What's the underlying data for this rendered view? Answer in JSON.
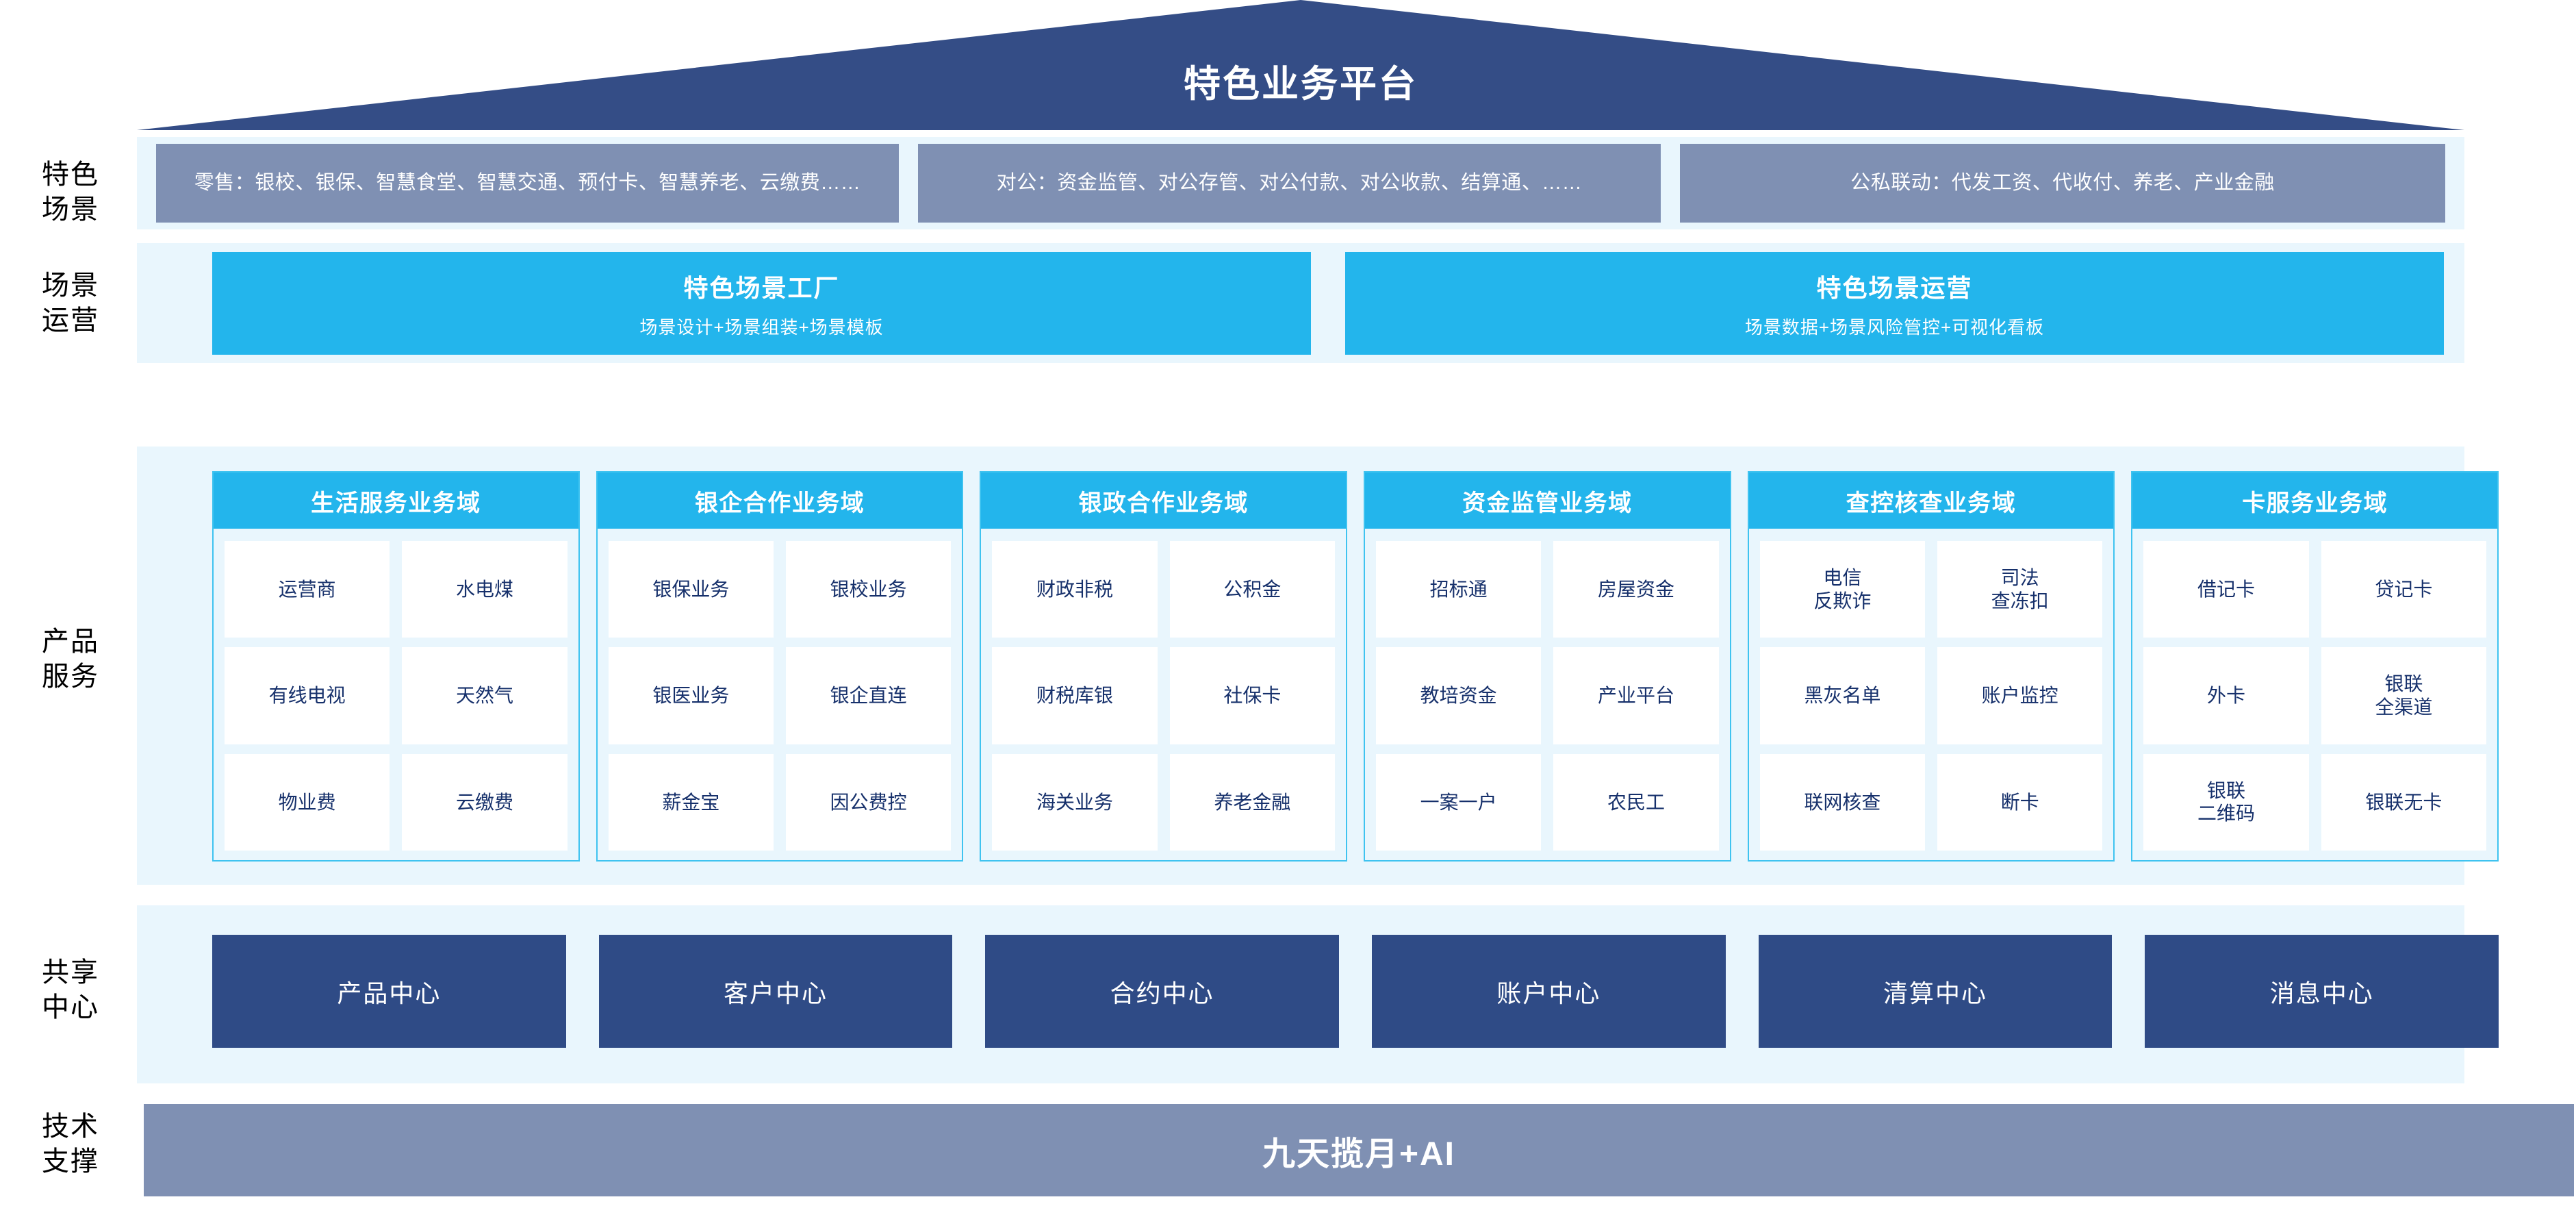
{
  "header": {
    "title": "特色业务平台"
  },
  "row_labels": {
    "scene": "特色\n场景",
    "operation": "场景\n运营",
    "product": "产品\n服务",
    "shared": "共享\n中心",
    "tech": "技术\n支撑"
  },
  "scene_row": {
    "boxes": [
      {
        "id": "retail",
        "text": "零售：银校、银保、智慧食堂、智慧交通、预付卡、智慧养老、云缴费……"
      },
      {
        "id": "corp",
        "text": "对公：资金监管、对公存管、对公付款、对公收款、结算通、……"
      },
      {
        "id": "linkage",
        "text": "公私联动：代发工资、代收付、养老、产业金融"
      }
    ]
  },
  "operation_row": {
    "boxes": [
      {
        "title": "特色场景工厂",
        "subtitle": "场景设计+场景组装+场景模板"
      },
      {
        "title": "特色场景运营",
        "subtitle": "场景数据+场景风险管控+可视化看板"
      }
    ]
  },
  "product_row": {
    "columns": [
      {
        "title": "生活服务业务域",
        "items": [
          "运营商",
          "水电煤",
          "有线电视",
          "天然气",
          "物业费",
          "云缴费"
        ]
      },
      {
        "title": "银企合作业务域",
        "items": [
          "银保业务",
          "银校业务",
          "银医业务",
          "银企直连",
          "薪金宝",
          "因公费控"
        ]
      },
      {
        "title": "银政合作业务域",
        "items": [
          "财政非税",
          "公积金",
          "财税库银",
          "社保卡",
          "海关业务",
          "养老金融"
        ]
      },
      {
        "title": "资金监管业务域",
        "items": [
          "招标通",
          "房屋资金",
          "教培资金",
          "产业平台",
          "一案一户",
          "农民工"
        ]
      },
      {
        "title": "查控核查业务域",
        "items": [
          "电信\n反欺诈",
          "司法\n查冻扣",
          "黑灰名单",
          "账户监控",
          "联网核查",
          "断卡"
        ]
      },
      {
        "title": "卡服务业务域",
        "items": [
          "借记卡",
          "贷记卡",
          "外卡",
          "银联\n全渠道",
          "银联\n二维码",
          "银联无卡"
        ]
      }
    ]
  },
  "shared_row": {
    "boxes": [
      "产品中心",
      "客户中心",
      "合约中心",
      "账户中心",
      "清算中心",
      "消息中心"
    ]
  },
  "tech_row": {
    "label": "九天揽月+AI"
  },
  "colors": {
    "roof": "#344d86",
    "band_bg": "#e9f6fd",
    "scene_box": "#7f90b3",
    "cyan": "#23b5ec",
    "cyan_border": "#3fc3f0",
    "navy": "#2f4b86",
    "item_text": "#16306b",
    "tech_bar": "#7f90b3"
  }
}
